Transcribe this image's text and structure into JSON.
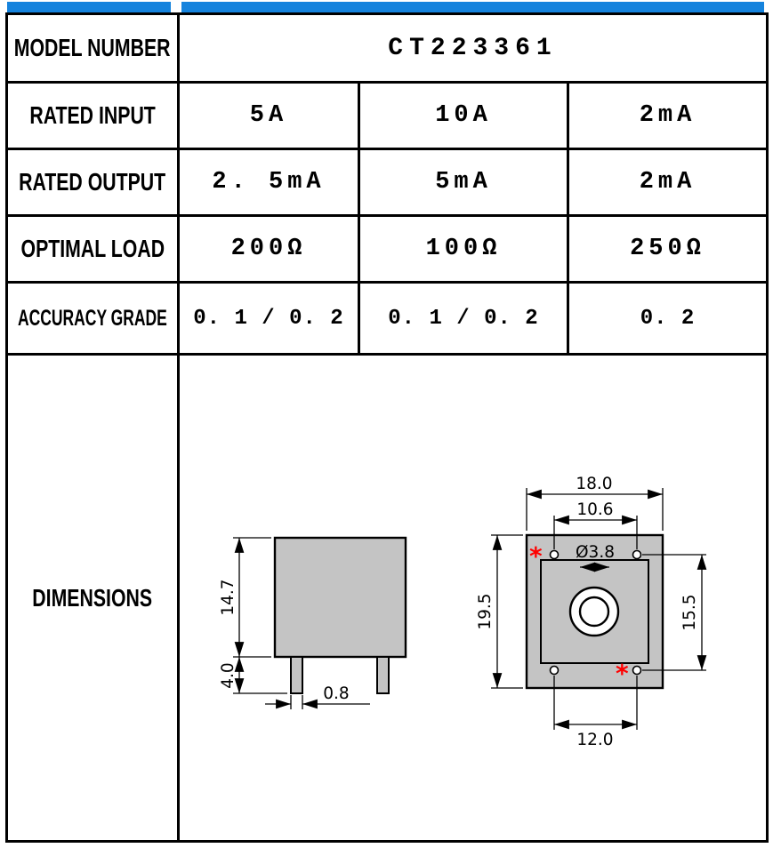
{
  "colors": {
    "accent_blue": "#1583dd",
    "part_gray": "#c4c4c4",
    "marker_red": "#ff0000",
    "line_black": "#000000"
  },
  "table": {
    "rows": [
      {
        "label": "MODEL NUMBER",
        "values": [
          "CT223361"
        ]
      },
      {
        "label": "RATED INPUT",
        "values": [
          "5A",
          "10A",
          "2mA"
        ]
      },
      {
        "label": "RATED OUTPUT",
        "values": [
          "2. 5mA",
          "5mA",
          "2mA"
        ]
      },
      {
        "label": "OPTIMAL LOAD",
        "values": [
          "200Ω",
          "100Ω",
          "250Ω"
        ]
      },
      {
        "label": "ACCURACY GRADE",
        "values": [
          "0. 1 / 0. 2",
          "0. 1 / 0. 2",
          "0. 2"
        ]
      },
      {
        "label": "DIMENSIONS",
        "values": []
      }
    ]
  },
  "drawing": {
    "side_view": {
      "body_height": "14.7",
      "pin_length": "4.0",
      "pin_width": "0.8"
    },
    "front_view": {
      "overall_width": "18.0",
      "top_hole_span": "10.6",
      "center_hole_diameter": "Ø3.8",
      "overall_height": "19.5",
      "side_hole_span": "15.5",
      "bottom_hole_span": "12.0",
      "polarity_marker": "*"
    }
  }
}
